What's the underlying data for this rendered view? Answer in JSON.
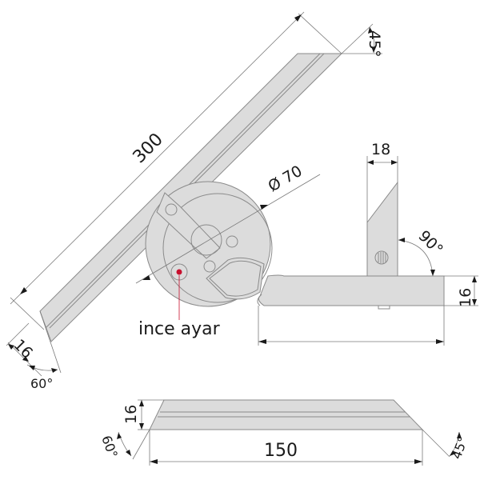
{
  "drawing": {
    "subject": "universal bevel protractor",
    "colors": {
      "part_fill": "#dcdcdc",
      "part_stroke": "#8a8a8a",
      "dimension_line": "#7a7a7a",
      "text": "#1a1a1a",
      "callout_accent": "#c8102e"
    },
    "dimensions": {
      "blade_length": "300",
      "blade_tip_angle": "45°",
      "blade_width": "16",
      "blade_heel_angle": "60°",
      "dial_diameter": "Ø 70",
      "arm_width": "18",
      "arm_angle": "90°",
      "stock_height": "16",
      "short_blade_height": "16",
      "short_blade_length": "150",
      "short_blade_left_angle": "60°",
      "short_blade_right_angle": "45°"
    },
    "callouts": {
      "fine_adjust": "ince ayar"
    }
  }
}
